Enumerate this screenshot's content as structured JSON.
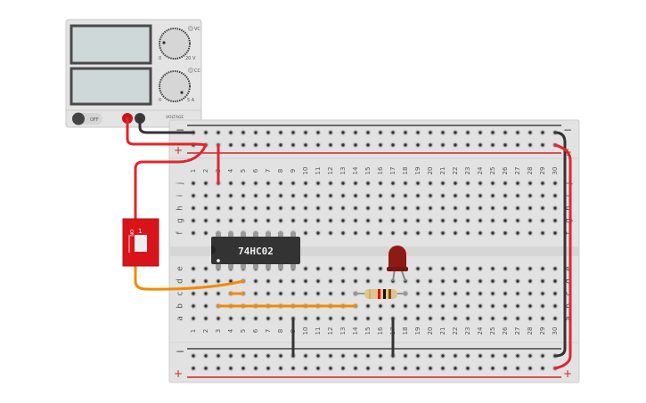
{
  "power_supply": {
    "voltage_indicator": "VC",
    "voltage_min": "0",
    "voltage_max": "20 V",
    "current_indicator": "CC",
    "current_min": "0",
    "current_max": "5 A",
    "switch_label": "OFF",
    "footer_label": "VOLTAGE"
  },
  "breadboard": {
    "columns": 30,
    "top_rows": [
      "j",
      "i",
      "h",
      "g",
      "f"
    ],
    "bottom_rows": [
      "e",
      "d",
      "c",
      "b",
      "a"
    ],
    "rail_minus": "−",
    "rail_plus": "+"
  },
  "dip_switch": {
    "label": "1",
    "on_label": "ON"
  },
  "ic": {
    "label": "74HC02"
  },
  "colors": {
    "wire_red": "#e0262b",
    "wire_black": "#333333",
    "wire_orange": "#f28a00",
    "led": "#8e1a16",
    "switch": "#d8141a"
  }
}
